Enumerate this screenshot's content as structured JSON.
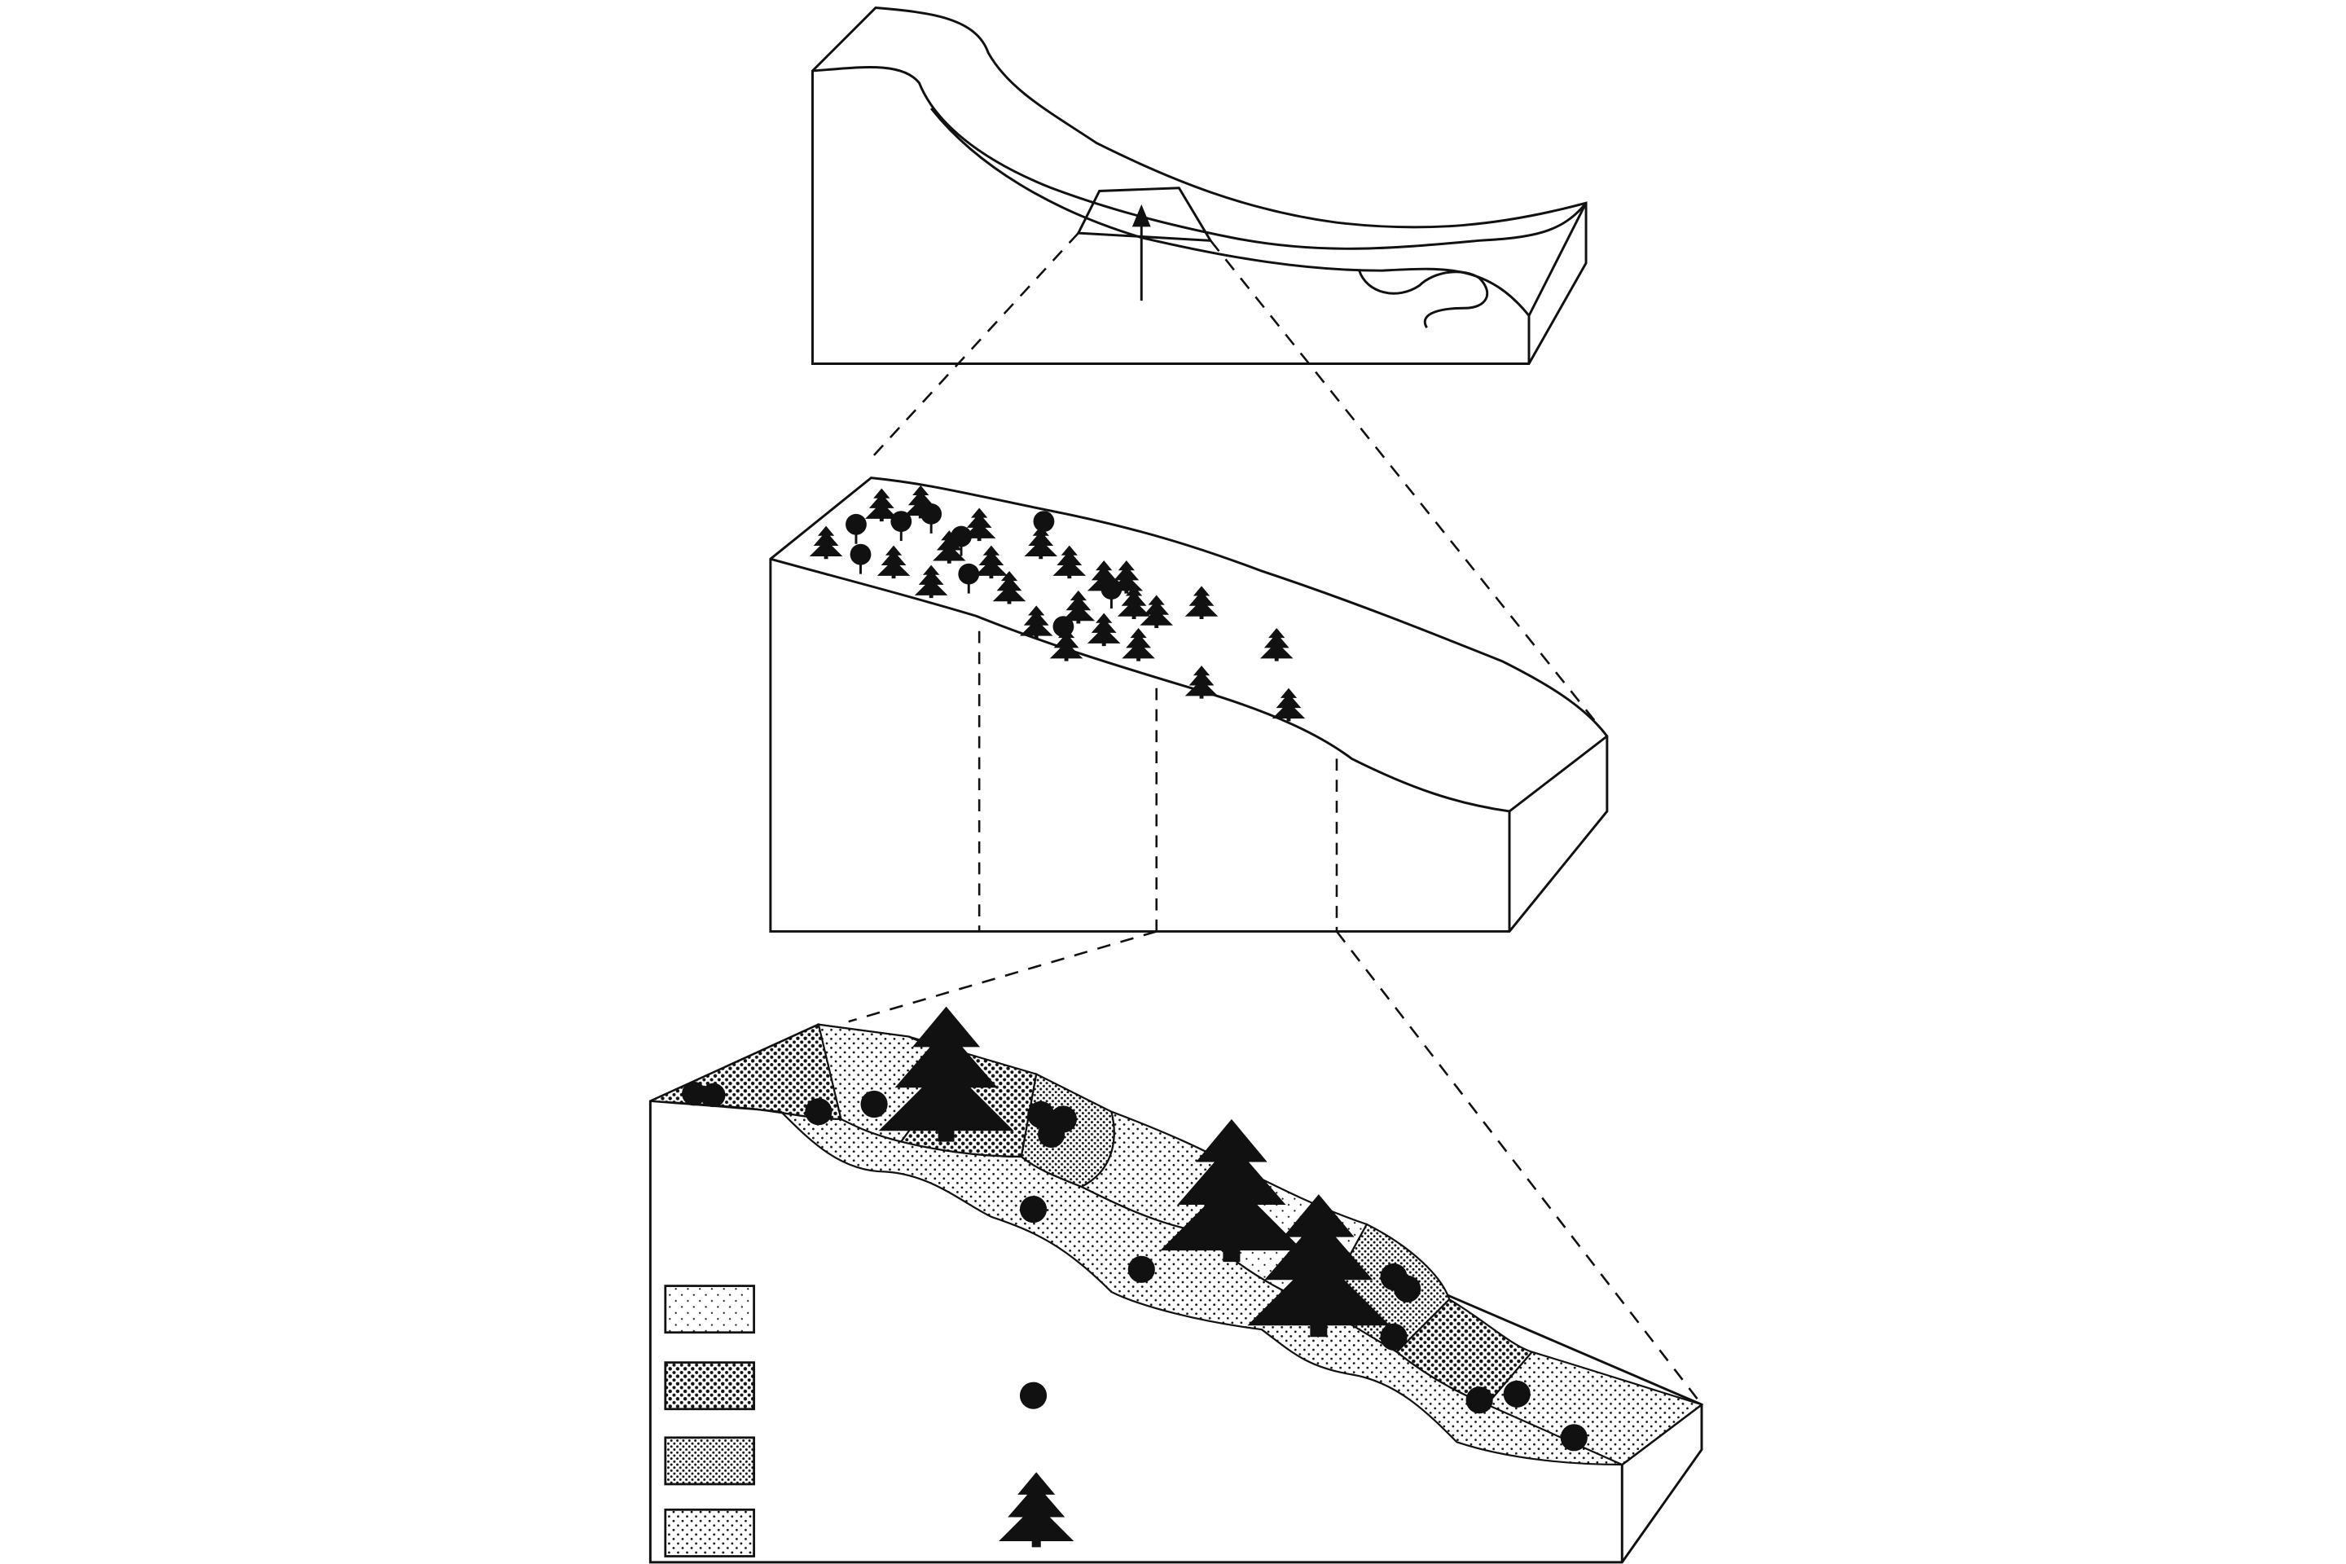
{
  "colors": {
    "ink": "#111111",
    "background": "#ffffff"
  },
  "icons": {
    "conifer": "conifer-tree-icon",
    "broadleaf": "broadleaf-tree-icon",
    "shrub": "shrub-dot-icon",
    "direction": "north-arrow-icon"
  },
  "panels": [
    "valley-overview",
    "slope-section",
    "slope-detail"
  ],
  "legend": {
    "swatches": [
      {
        "name": "fine-dots"
      },
      {
        "name": "coarse-dense-dots"
      },
      {
        "name": "medium-dense-dots"
      },
      {
        "name": "medium-dots"
      }
    ],
    "symbols": [
      "shrub-dot-icon",
      "conifer-tree-icon"
    ]
  }
}
